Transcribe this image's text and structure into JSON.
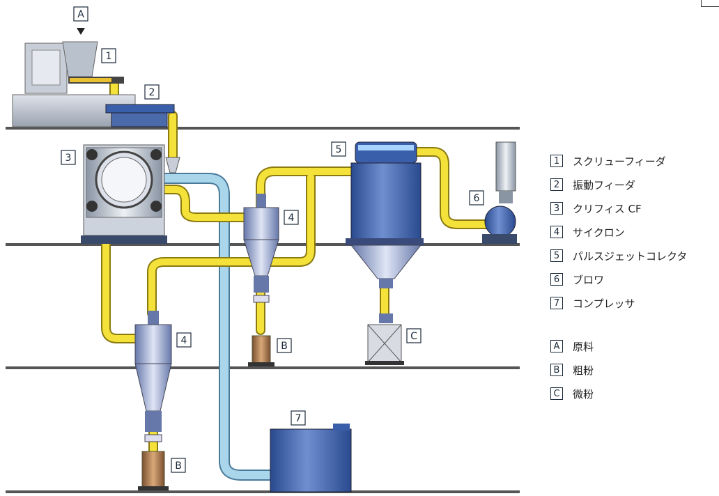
{
  "diagram": {
    "tags": {
      "material_in": "A",
      "screw_feeder": "1",
      "vibratory_feeder": "2",
      "orifice_cf": "3",
      "cyclone_upper": "4",
      "cyclone_lower": "4",
      "pulse_jet_collector": "5",
      "blower": "6",
      "compressor": "7",
      "coarse_upper": "B",
      "coarse_lower": "B",
      "fine_powder": "C"
    },
    "pipe_colors": {
      "material_air": "#f4e23a",
      "compressed_air": "#a9d6ea",
      "equipment_blue": "#3a5faa"
    }
  },
  "legend": {
    "equipment": [
      {
        "key": "1",
        "label": "スクリューフィーダ"
      },
      {
        "key": "2",
        "label": "振動フィーダ"
      },
      {
        "key": "3",
        "label": "クリフィス CF"
      },
      {
        "key": "4",
        "label": "サイクロン"
      },
      {
        "key": "5",
        "label": "パルスジェットコレクタ"
      },
      {
        "key": "6",
        "label": "ブロワ"
      },
      {
        "key": "7",
        "label": "コンプレッサ"
      }
    ],
    "materials": [
      {
        "key": "A",
        "label": "原料"
      },
      {
        "key": "B",
        "label": "粗粉"
      },
      {
        "key": "C",
        "label": "微粉"
      }
    ]
  }
}
